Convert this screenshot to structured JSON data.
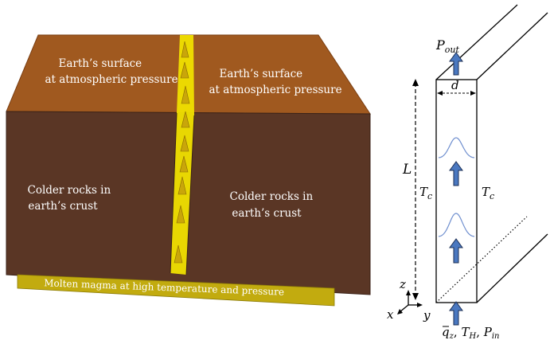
{
  "left_panel": {
    "surface_left": [
      "Earth’s surface",
      "at atmospheric pressure"
    ],
    "surface_right": [
      "Earth’s surface",
      "at atmospheric pressure"
    ],
    "crust_left": [
      "Colder rocks in",
      "earth’s crust"
    ],
    "crust_right": [
      "Colder rocks in",
      "earth’s crust"
    ],
    "magma_label": "Molten magma at high temperature and pressure",
    "colors": {
      "surface": "#a0591f",
      "crust": "#5a3625",
      "crust_edge": "#3a2218",
      "magma": "#c2ab0f",
      "dike": "#f0e000",
      "cone": "#c9a60a"
    }
  },
  "right_panel": {
    "p_out": {
      "base": "P",
      "sub": "out"
    },
    "d": "d",
    "L": "L",
    "tc_left": {
      "base": "T",
      "sub": "c"
    },
    "tc_right": {
      "base": "T",
      "sub": "c"
    },
    "bottom_label": {
      "q": "q",
      "q_sub": "z",
      "t": "T",
      "t_sub": "H",
      "p": "P",
      "p_sub": "in"
    },
    "axes": {
      "x": "x",
      "y": "y",
      "z": "z"
    },
    "colors": {
      "arrow": "#4a78c0",
      "arrow_edge": "#1c2f55",
      "profile": "#6f8fcf"
    }
  }
}
